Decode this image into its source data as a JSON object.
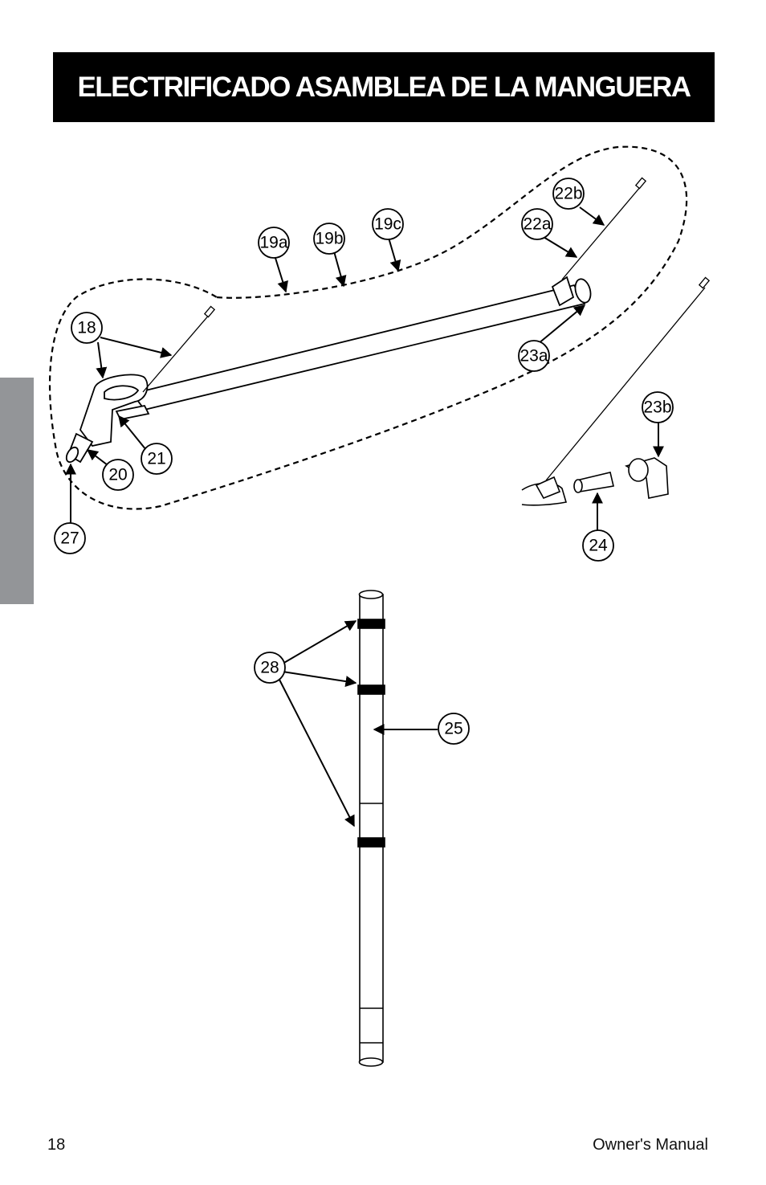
{
  "title": "ELECTRIFICADO ASAMBLEA DE LA MANGUERA",
  "callouts": {
    "c18": "18",
    "c19a": "19a",
    "c19b": "19b",
    "c19c": "19c",
    "c20": "20",
    "c21": "21",
    "c22a": "22a",
    "c22b": "22b",
    "c23a": "23a",
    "c23b": "23b",
    "c24": "24",
    "c25": "25",
    "c27": "27",
    "c28": "28"
  },
  "footer": {
    "page_number": "18",
    "manual_label": "Owner's Manual"
  },
  "colors": {
    "banner": "#000000",
    "banner_text": "#ffffff",
    "side_tab": "#939598"
  }
}
